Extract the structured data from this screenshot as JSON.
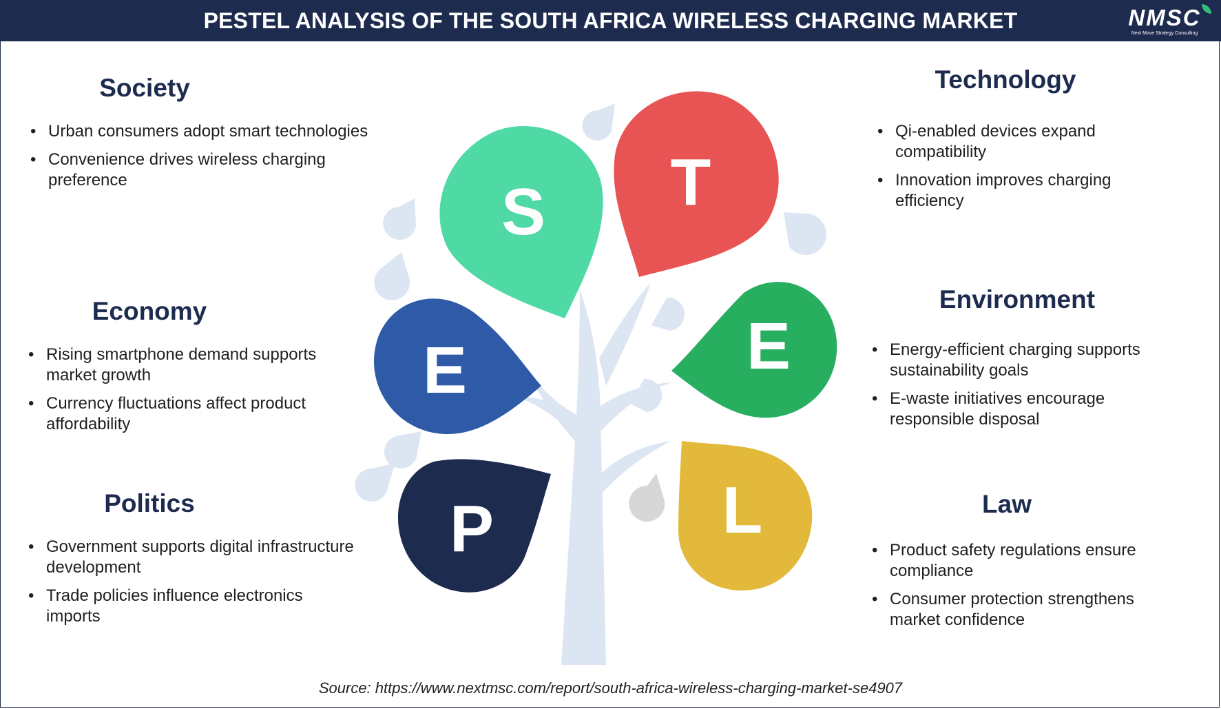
{
  "header": {
    "title": "PESTEL ANALYSIS OF THE SOUTH AFRICA WIRELESS CHARGING MARKET",
    "logo_text": "NMSC",
    "logo_subtext": "Next Move Strategy Consulting"
  },
  "sections": {
    "society": {
      "title": "Society",
      "letter": "S",
      "items": [
        "Urban consumers adopt smart technologies",
        "Convenience drives wireless charging preference"
      ]
    },
    "economy": {
      "title": "Economy",
      "letter": "E",
      "items": [
        "Rising smartphone demand supports market growth",
        "Currency fluctuations affect product affordability"
      ]
    },
    "politics": {
      "title": "Politics",
      "letter": "P",
      "items": [
        "Government supports digital infrastructure development",
        "Trade policies influence electronics imports"
      ]
    },
    "technology": {
      "title": "Technology",
      "letter": "T",
      "items": [
        "Qi-enabled devices expand compatibility",
        "Innovation improves charging efficiency"
      ]
    },
    "environment": {
      "title": "Environment",
      "letter": "E",
      "items": [
        "Energy-efficient charging supports sustainability goals",
        "E-waste initiatives encourage responsible disposal"
      ]
    },
    "law": {
      "title": "Law",
      "letter": "L",
      "items": [
        "Product safety regulations ensure compliance",
        "Consumer protection strengthens market confidence"
      ]
    }
  },
  "colors": {
    "header": "#1d2b4f",
    "society": "#4fd9a5",
    "technology": "#e85454",
    "economy": "#2f5aa8",
    "environment": "#27ae5f",
    "politics": "#1d2b4f",
    "law": "#e2b93b",
    "tree": "#dce6f3"
  },
  "source": "Source: https://www.nextmsc.com/report/south-africa-wireless-charging-market-se4907"
}
